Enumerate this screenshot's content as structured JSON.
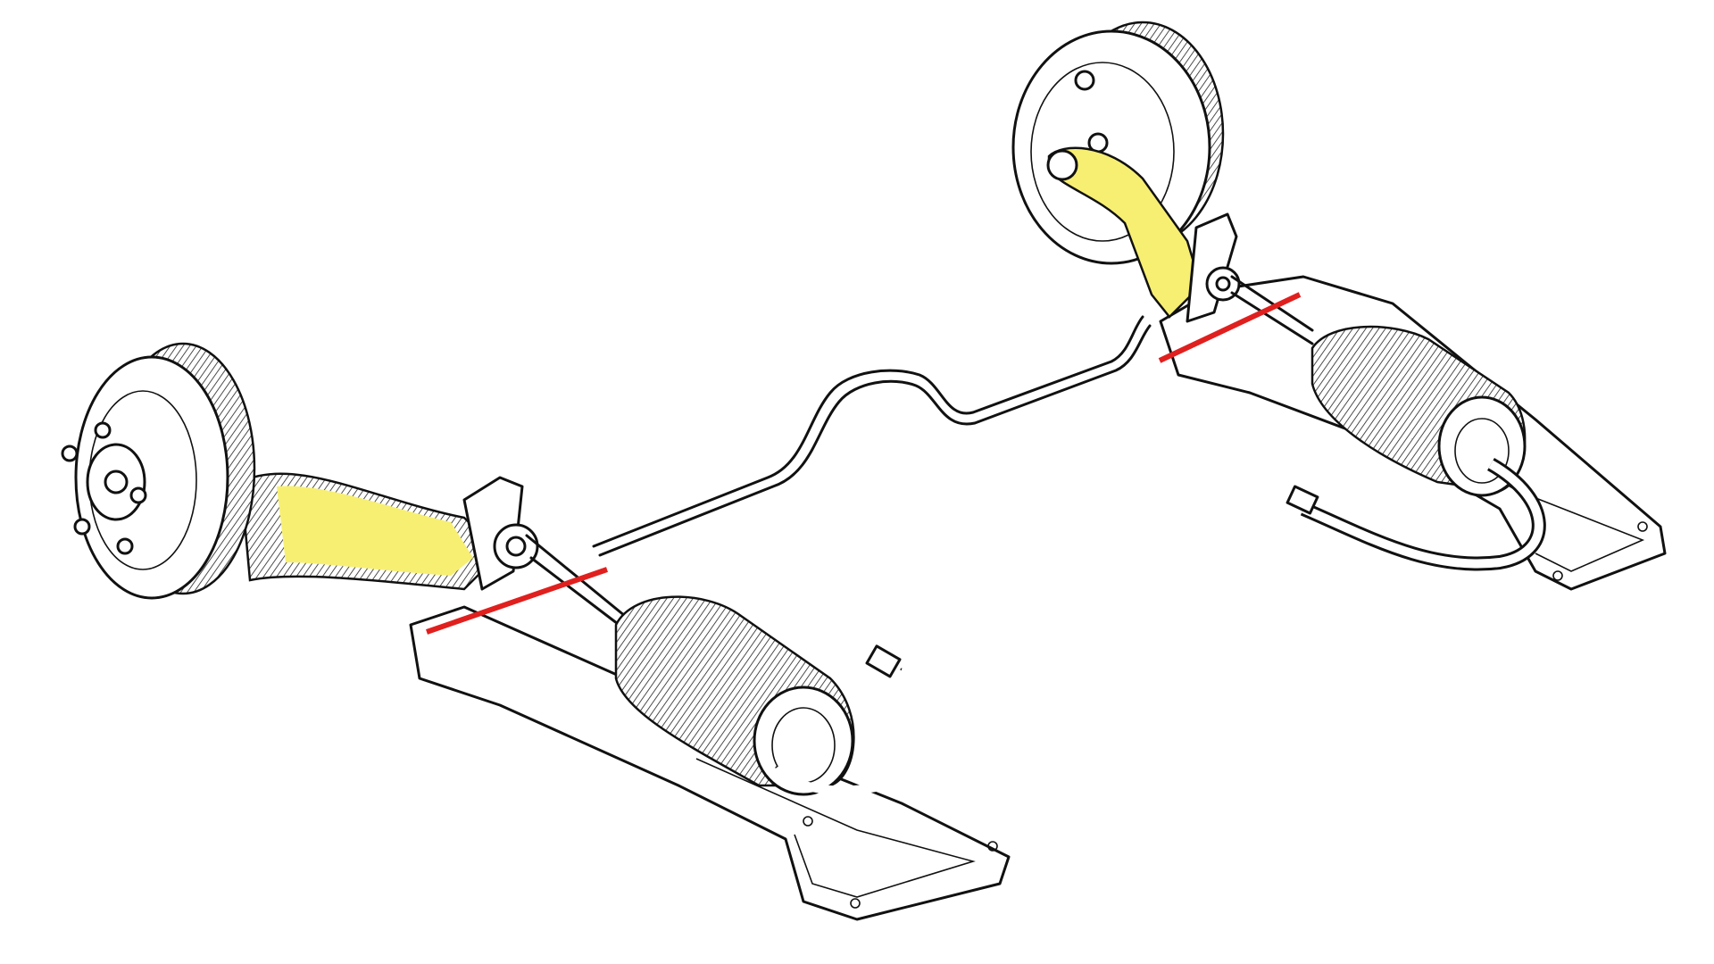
{
  "colors": {
    "background": "#ffffff",
    "line_art": "#111111",
    "highlight_arm": "#f7ef72",
    "pivot_axis_line": "#e0201e"
  },
  "icons": [
    "left-brake-drum",
    "right-brake-drum",
    "left-trailing-arm",
    "right-trailing-arm",
    "anti-roll-bar",
    "left-air-spring",
    "right-air-spring",
    "left-mounting-plate",
    "right-mounting-plate",
    "left-hose",
    "right-hose"
  ]
}
